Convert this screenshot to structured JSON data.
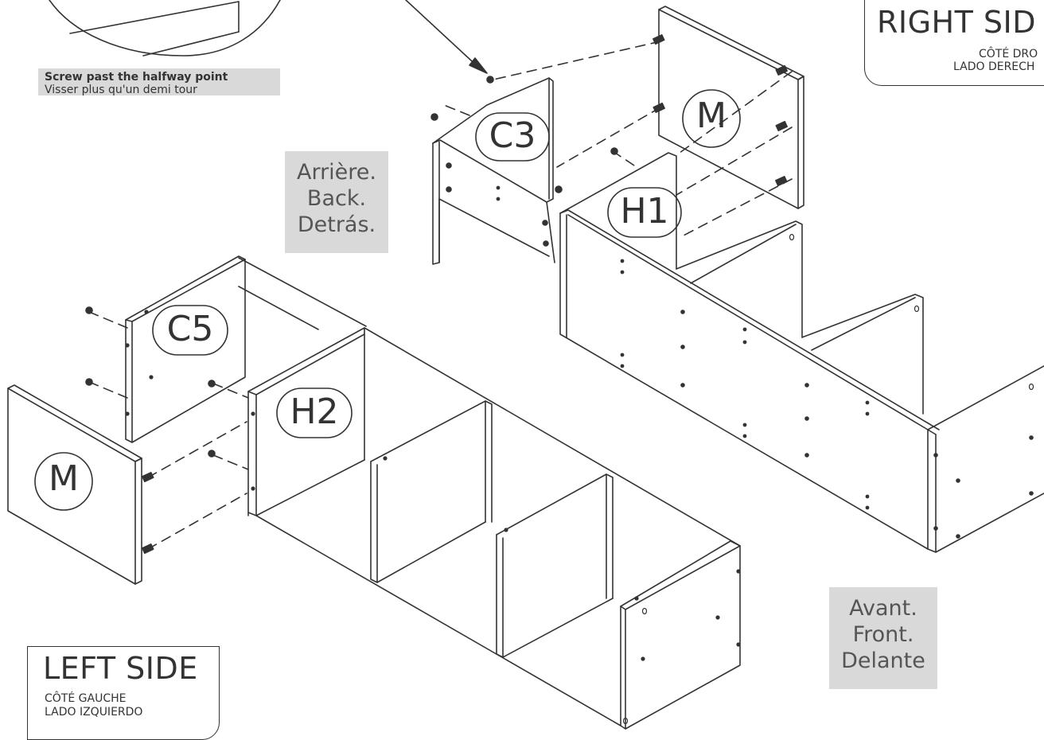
{
  "screw_note": {
    "line1": "Screw past the halfway point",
    "line2": "Visser plus qu'un demi tour"
  },
  "back_label": {
    "fr": "Arrière.",
    "en": "Back.",
    "es": "Detrás."
  },
  "front_label": {
    "fr": "Avant.",
    "en": "Front.",
    "es": "Delante"
  },
  "right_side": {
    "title": "RIGHT SID",
    "fr": "CÔTÉ DRO",
    "es": "LADO DERECH"
  },
  "left_side": {
    "title": "LEFT SIDE",
    "fr": "CÔTÉ GAUCHE",
    "es": "LADO IZQUIERDO"
  },
  "part_labels": {
    "c3": "C3",
    "m_right": "M",
    "h1": "H1",
    "c5": "C5",
    "h2": "H2",
    "m_left": "M"
  },
  "colors": {
    "stroke": "#333333",
    "note_bg": "#d9d9d9"
  }
}
